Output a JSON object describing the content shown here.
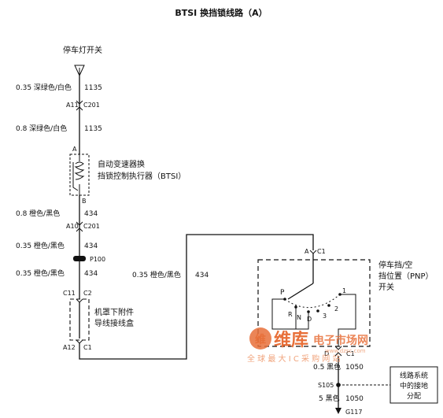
{
  "title": "BTSI 换挡锁线路（A）",
  "stop_switch": {
    "label": "停车灯开关"
  },
  "wires": {
    "w1": {
      "gauge_color": "0.35 深绿色/白色",
      "circuit": "1135"
    },
    "w2": {
      "gauge_color": "0.8 深绿色/白色",
      "circuit": "1135"
    },
    "w3": {
      "gauge_color": "0.8 橙色/黑色",
      "circuit": "434"
    },
    "w4": {
      "gauge_color": "0.35 橙色/黑色",
      "circuit": "434"
    },
    "w5": {
      "gauge_color": "0.35 橙色/黑色",
      "circuit": "434"
    },
    "w6": {
      "gauge_color": "0.35 橙色/黑色",
      "circuit": "434"
    },
    "w7": {
      "gauge_color": "0.5 黑色",
      "circuit": "1050"
    },
    "w8": {
      "gauge_color": "5 黑色",
      "circuit": "1050"
    }
  },
  "connectors": {
    "c201_a11": {
      "pin": "A11",
      "conn": "C201"
    },
    "btsi_a": {
      "pin": "A"
    },
    "btsi_b": {
      "pin": "B"
    },
    "c201_a10": {
      "pin": "A10",
      "conn": "C201"
    },
    "p100": {
      "label": "P100"
    },
    "c2": {
      "pin": "C11",
      "conn": "C2"
    },
    "c1_box": {
      "pin": "A12",
      "conn": "C1"
    },
    "pnp_top": {
      "pin": "A",
      "conn": "C1"
    },
    "pnp_bottom": {
      "pin": "D",
      "conn": "C1"
    },
    "s105": {
      "label": "S105"
    },
    "g117": {
      "label": "G117"
    }
  },
  "btsi": {
    "line1": "自动变速器换",
    "line2": "挡锁控制执行器（BTSI）"
  },
  "junction_box": {
    "line1": "机罩下附件",
    "line2": "导线接线盒"
  },
  "pnp": {
    "line1": "停车挡/空",
    "line2": "挡位置（PNP）",
    "line3": "开关"
  },
  "pnp_positions": {
    "p": "P",
    "r": "R",
    "n": "N",
    "d": "D",
    "three": "3",
    "two": "2",
    "one": "1"
  },
  "ground_dist": {
    "line1": "线路系统",
    "line2": "中的接地",
    "line3": "分配"
  },
  "watermark": {
    "brand": "维库",
    "tag": "电子市场网",
    "slogan": "全 球 最 大 I C 采 购 网 站",
    "url": "www.dzsc.com"
  }
}
